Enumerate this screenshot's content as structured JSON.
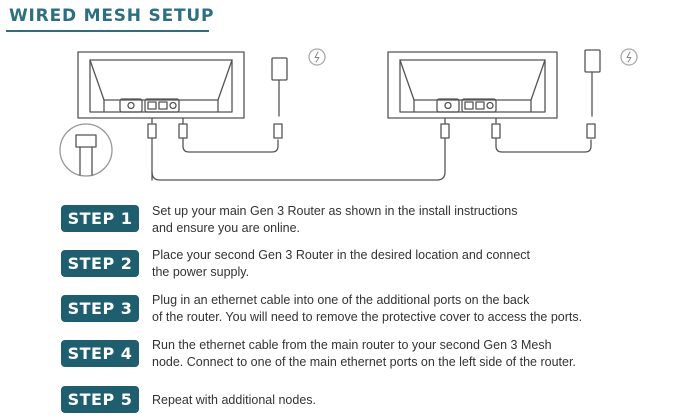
{
  "title": "WIRED MESH SETUP",
  "colors": {
    "accent": "#2b6f80",
    "badge": "#1f5e6f",
    "line_art": "#555555",
    "text": "#333333"
  },
  "icons": [
    "router-icon",
    "power-adapter-icon",
    "lightning-icon",
    "ethernet-plug-icon",
    "power-plug-icon",
    "cable-icon"
  ],
  "steps": [
    {
      "label": "STEP 1",
      "lines": [
        "Set up your main Gen 3 Router as shown in the install instructions",
        "and ensure you are online."
      ]
    },
    {
      "label": "STEP 2",
      "lines": [
        "Place your second Gen 3 Router in the desired location and connect",
        "the power supply."
      ]
    },
    {
      "label": "STEP 3",
      "lines": [
        "Plug in an ethernet cable into one of the additional ports on the back",
        "of the router. You will need to remove the protective cover to access the ports."
      ]
    },
    {
      "label": "STEP 4",
      "lines": [
        "Run the ethernet cable from the main router to your second Gen 3 Mesh",
        "node. Connect to one of the main ethernet ports on the left side of the router."
      ]
    },
    {
      "label": "STEP 5",
      "lines": [
        "Repeat with additional nodes."
      ]
    }
  ]
}
